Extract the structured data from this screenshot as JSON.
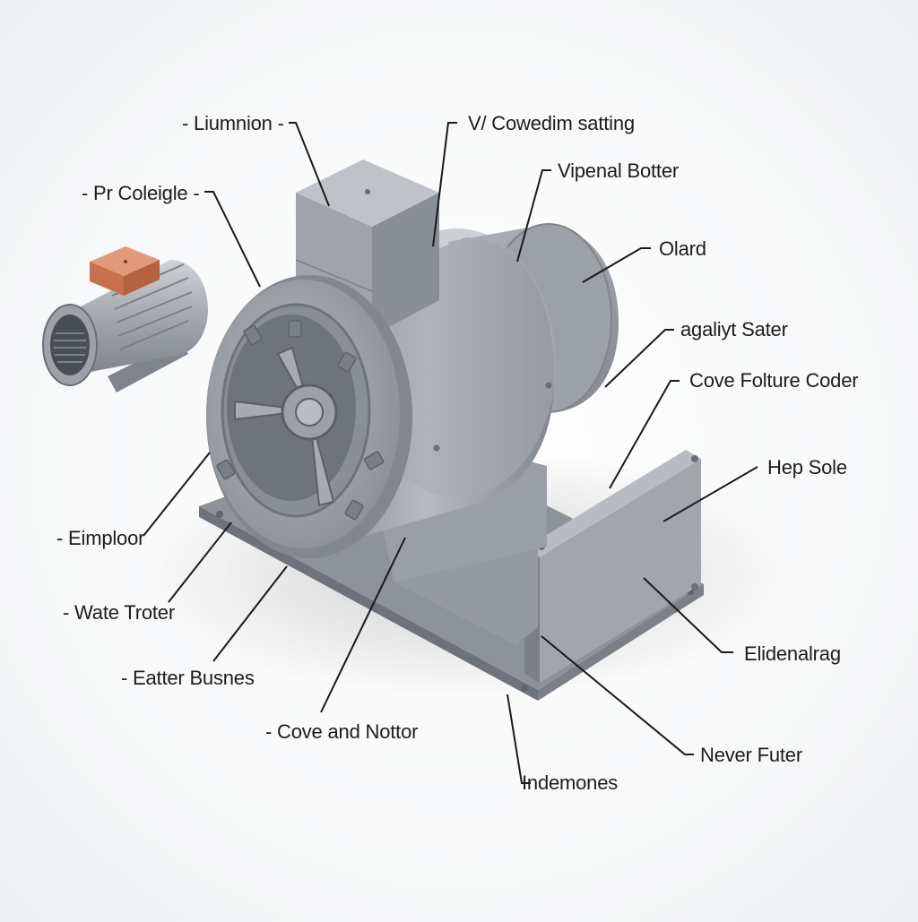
{
  "labels": {
    "l1": "- Liumnion -",
    "l2": "- Pr Coleigle -",
    "l3": "V/ Cowedim satting",
    "l4": "Vipenal Botter",
    "l5": "Olard",
    "l6": "agaliyt Sater",
    "l7": "Cove Folture Coder",
    "l8": "Hep Sole",
    "l9": "- Eimploor",
    "l10": "- Wate Troter",
    "l11": "- Eatter Busnes",
    "l12": "- Cove and Nottor",
    "l13": "Elidenalrag",
    "l14": "Never Futer",
    "l15": "Indemones"
  },
  "colors": {
    "steel": "#9ea2a8",
    "steel_dark": "#6f747b",
    "steel_light": "#c3c7cc",
    "terminal_box": "#d27a57"
  }
}
